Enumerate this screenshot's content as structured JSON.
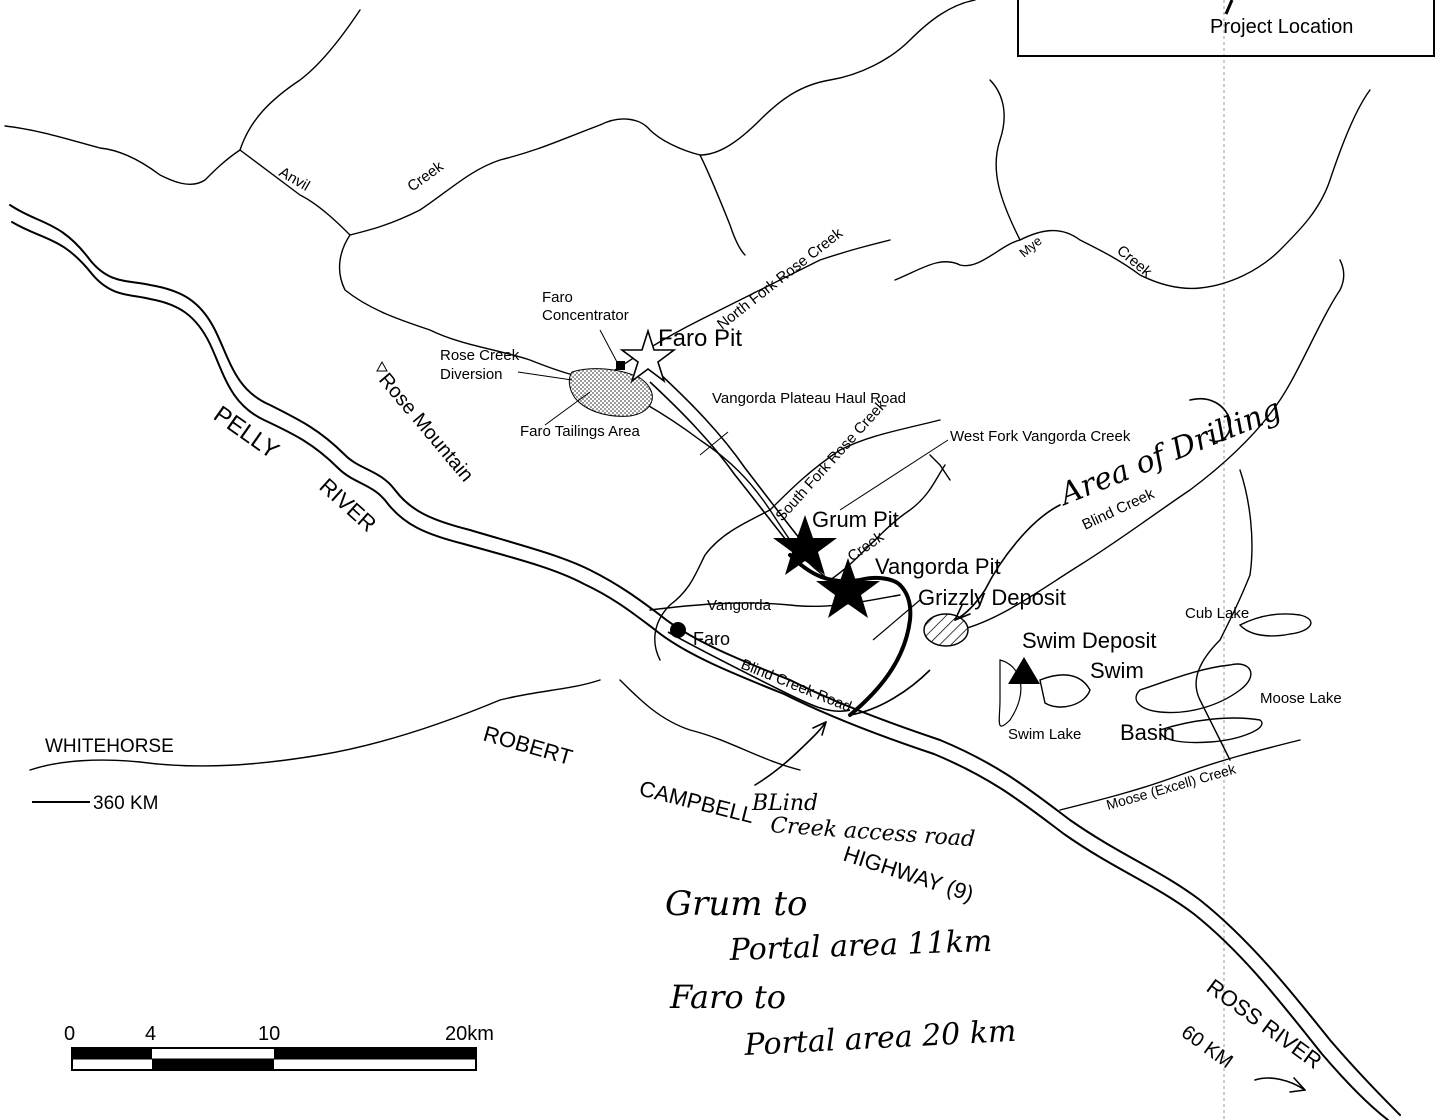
{
  "inset": {
    "label": "Project Location"
  },
  "features": {
    "anvil": "Anvil",
    "creek_anvil": "Creek",
    "north_fork": "North Fork Rose Creek",
    "mye": "Mye",
    "creek_mye": "Creek",
    "faro_concentrator_1": "Faro",
    "faro_concentrator_2": "Concentrator",
    "faro_pit": "Faro Pit",
    "rose_creek_div_1": "Rose Creek",
    "rose_creek_div_2": "Diversion",
    "rose_mountain": "Rose Mountain",
    "faro_tailings": "Faro Tailings Area",
    "haul_road": "Vangorda Plateau Haul Road",
    "south_fork": "South Fork Rose Creek",
    "west_fork": "West Fork Vangorda Creek",
    "pelly": "PELLY",
    "river": "RIVER",
    "grum_pit": "Grum Pit",
    "creek_vangorda": "Creek",
    "vangorda_pit": "Vangorda Pit",
    "grizzly": "Grizzly Deposit",
    "blind_creek": "Blind Creek",
    "cub_lake": "Cub Lake",
    "vangorda": "Vangorda",
    "faro_town": "Faro",
    "swim_deposit": "Swim Deposit",
    "swim": "Swim",
    "blind_creek_road": "Blind Creek Road",
    "moose_lake": "Moose Lake",
    "swim_lake": "Swim Lake",
    "basin": "Basin",
    "whitehorse": "WHITEHORSE",
    "whitehorse_dist": "360 KM",
    "robert": "ROBERT",
    "campbell": "CAMPBELL",
    "highway": "HIGHWAY (9)",
    "moose_excell": "Moose (Excell) Creek",
    "ross_river": "ROSS RIVER",
    "ross_dist": "60 KM"
  },
  "handwritten": {
    "area_drilling": "Area of Drilling",
    "blind": "BLind",
    "access_road": "Creek access road",
    "grum_to": "Grum to",
    "portal_11": "Portal area 11km",
    "faro_to": "Faro to",
    "portal_20": "Portal area 20 km"
  },
  "scale_bar": {
    "labels": [
      "0",
      "4",
      "10",
      "20km"
    ]
  }
}
